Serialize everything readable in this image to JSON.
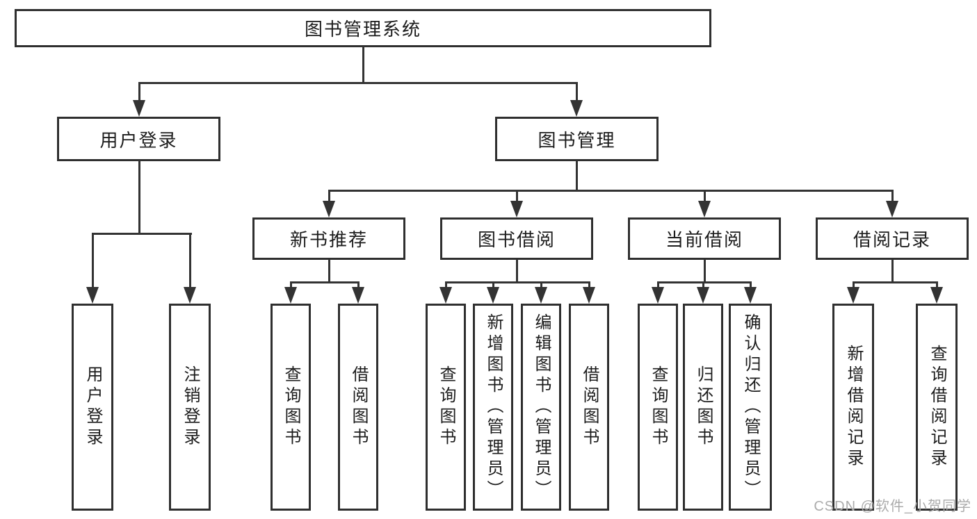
{
  "tree": {
    "label": "图书管理系统",
    "children": [
      {
        "label": "用户登录",
        "children": [
          {
            "label": "用户登录"
          },
          {
            "label": "注销登录"
          }
        ]
      },
      {
        "label": "图书管理",
        "children": [
          {
            "label": "新书推荐",
            "children": [
              {
                "label": "查询图书"
              },
              {
                "label": "借阅图书"
              }
            ]
          },
          {
            "label": "图书借阅",
            "children": [
              {
                "label": "查询图书"
              },
              {
                "label": "新增图书（管理员）"
              },
              {
                "label": "编辑图书（管理员）"
              },
              {
                "label": "借阅图书"
              }
            ]
          },
          {
            "label": "当前借阅",
            "children": [
              {
                "label": "查询图书"
              },
              {
                "label": "归还图书"
              },
              {
                "label": "确认归还（管理员）"
              }
            ]
          },
          {
            "label": "借阅记录",
            "children": [
              {
                "label": "新增借阅记录"
              },
              {
                "label": "查询借阅记录"
              }
            ]
          }
        ]
      }
    ]
  },
  "watermark": {
    "text": "CSDN @软件_小贺同学"
  },
  "colors": {
    "line": "#333333",
    "box_border": "#2f2f2f",
    "text": "#1c1c1c",
    "watermark": "#ababab",
    "background": "#ffffff"
  }
}
